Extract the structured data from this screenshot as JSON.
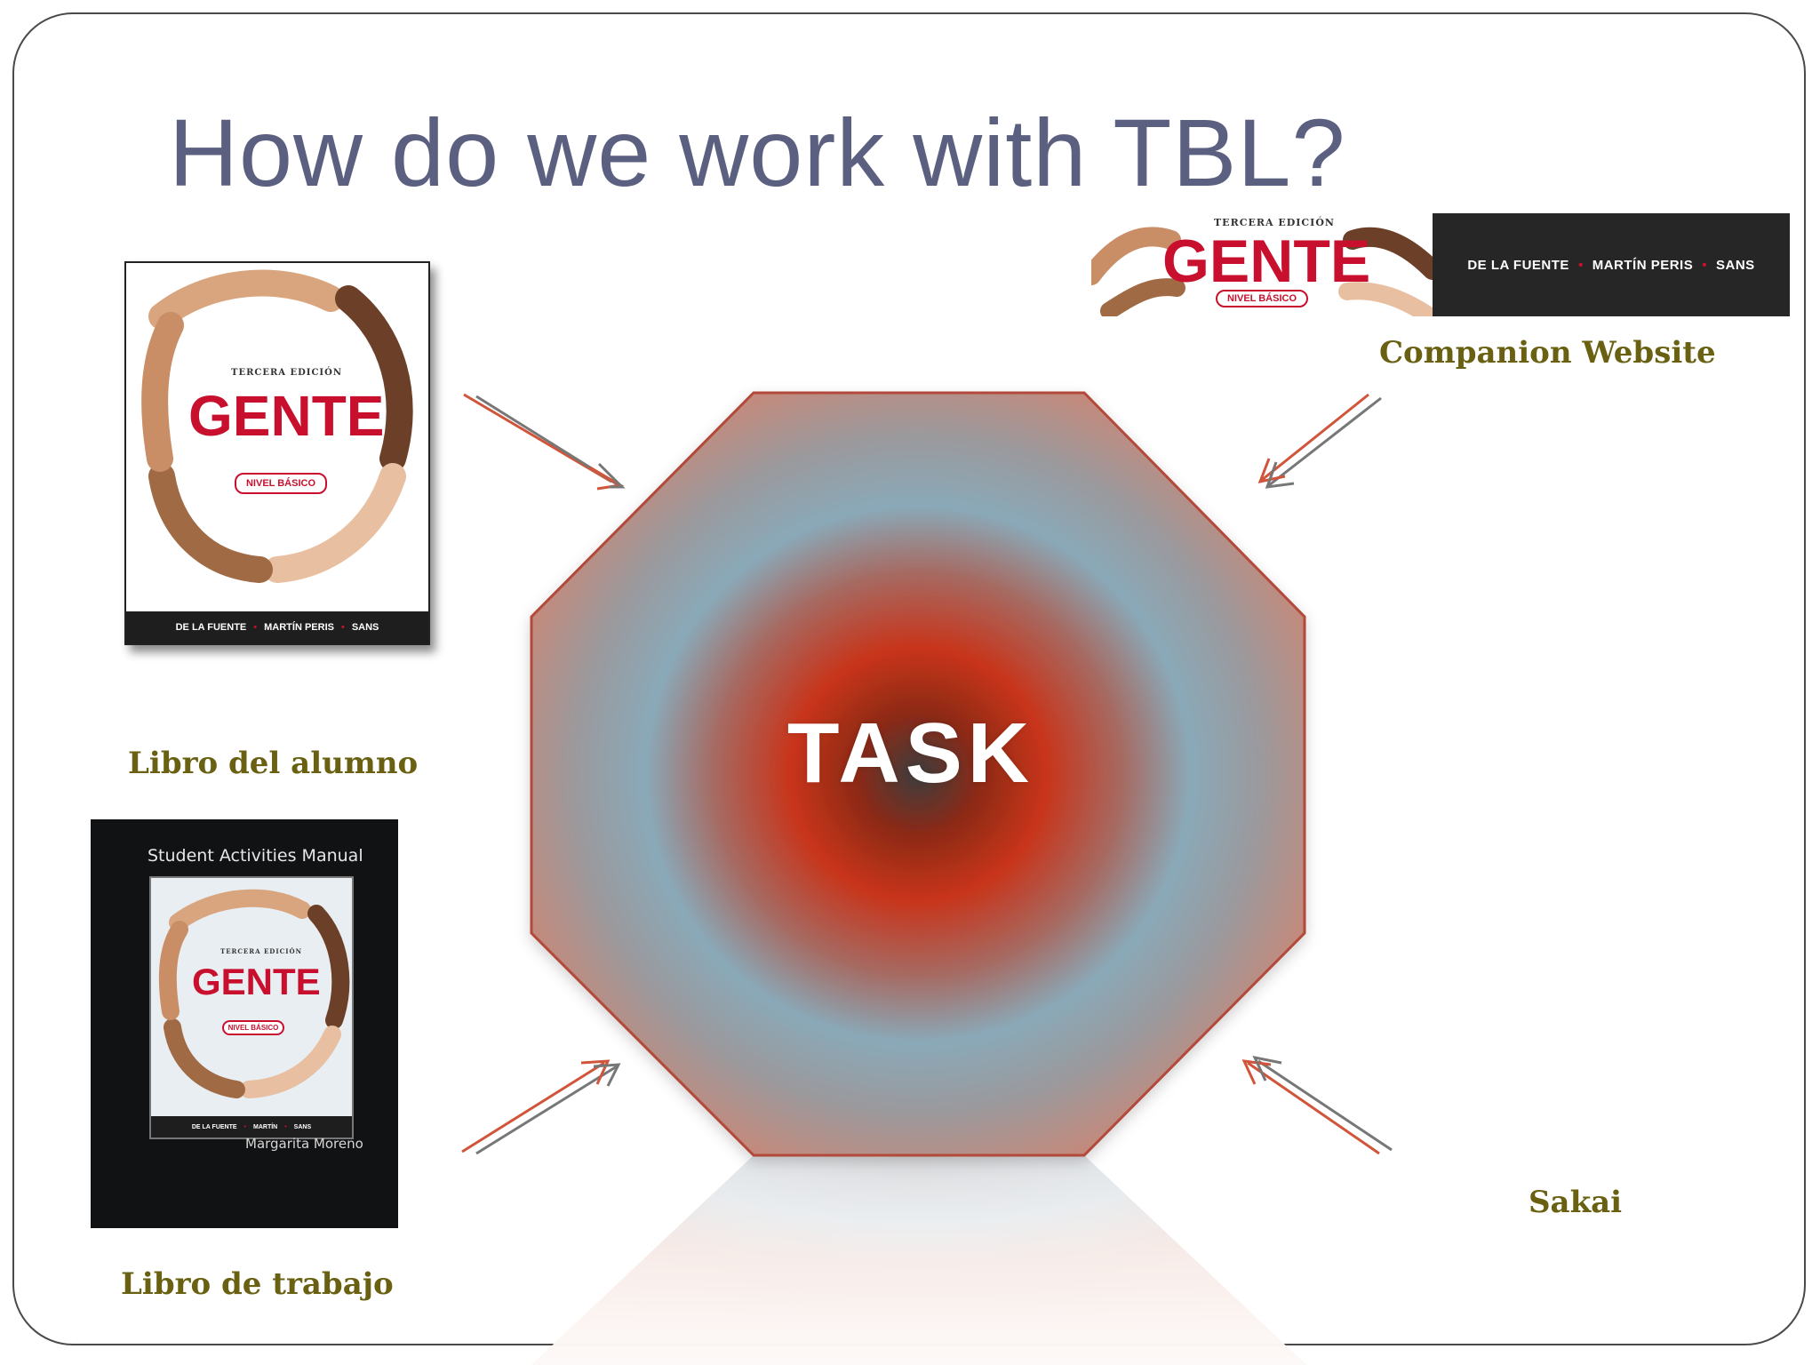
{
  "slide": {
    "title": "How do we work with TBL?",
    "center_label": "TASK"
  },
  "resources": {
    "alumno": {
      "label": "Libro del alumno",
      "cover_edition": "TERCERA EDICIÓN",
      "cover_title": "GENTE",
      "cover_level": "NIVEL BÁSICO",
      "cover_authors": [
        "DE LA FUENTE",
        "MARTÍN PERIS",
        "SANS"
      ]
    },
    "trabajo": {
      "label": "Libro de trabajo",
      "cover_heading": "Student Activities Manual",
      "cover_edition": "TERCERA EDICIÓN",
      "cover_title": "GENTE",
      "cover_level": "NIVEL BÁSICO",
      "cover_authors": [
        "DE LA FUENTE",
        "MARTÍN",
        "SANS"
      ],
      "cover_author": "Margarita Moreno"
    },
    "website": {
      "label": "Companion Website",
      "banner_edition": "TERCERA EDICIÓN",
      "banner_title": "GENTE",
      "banner_level": "NIVEL BÁSICO",
      "banner_authors": [
        "DE LA FUENTE",
        "MARTÍN PERIS",
        "SANS"
      ]
    },
    "sakai": {
      "label": "Sakai"
    }
  },
  "colors": {
    "title": "#5c6080",
    "label": "#6a6012",
    "brand_red": "#c8102e",
    "arrow_orange": "#d0553a",
    "arrow_gray": "#777777",
    "octagon_center": "#3d3d3d",
    "octagon_mid": "#c8341a",
    "octagon_ring": "#8aa9b8",
    "octagon_edge": "#c08c86"
  },
  "icons": {
    "arrows": "double-arrow-icon",
    "hands": "hands-circle-illustration"
  }
}
